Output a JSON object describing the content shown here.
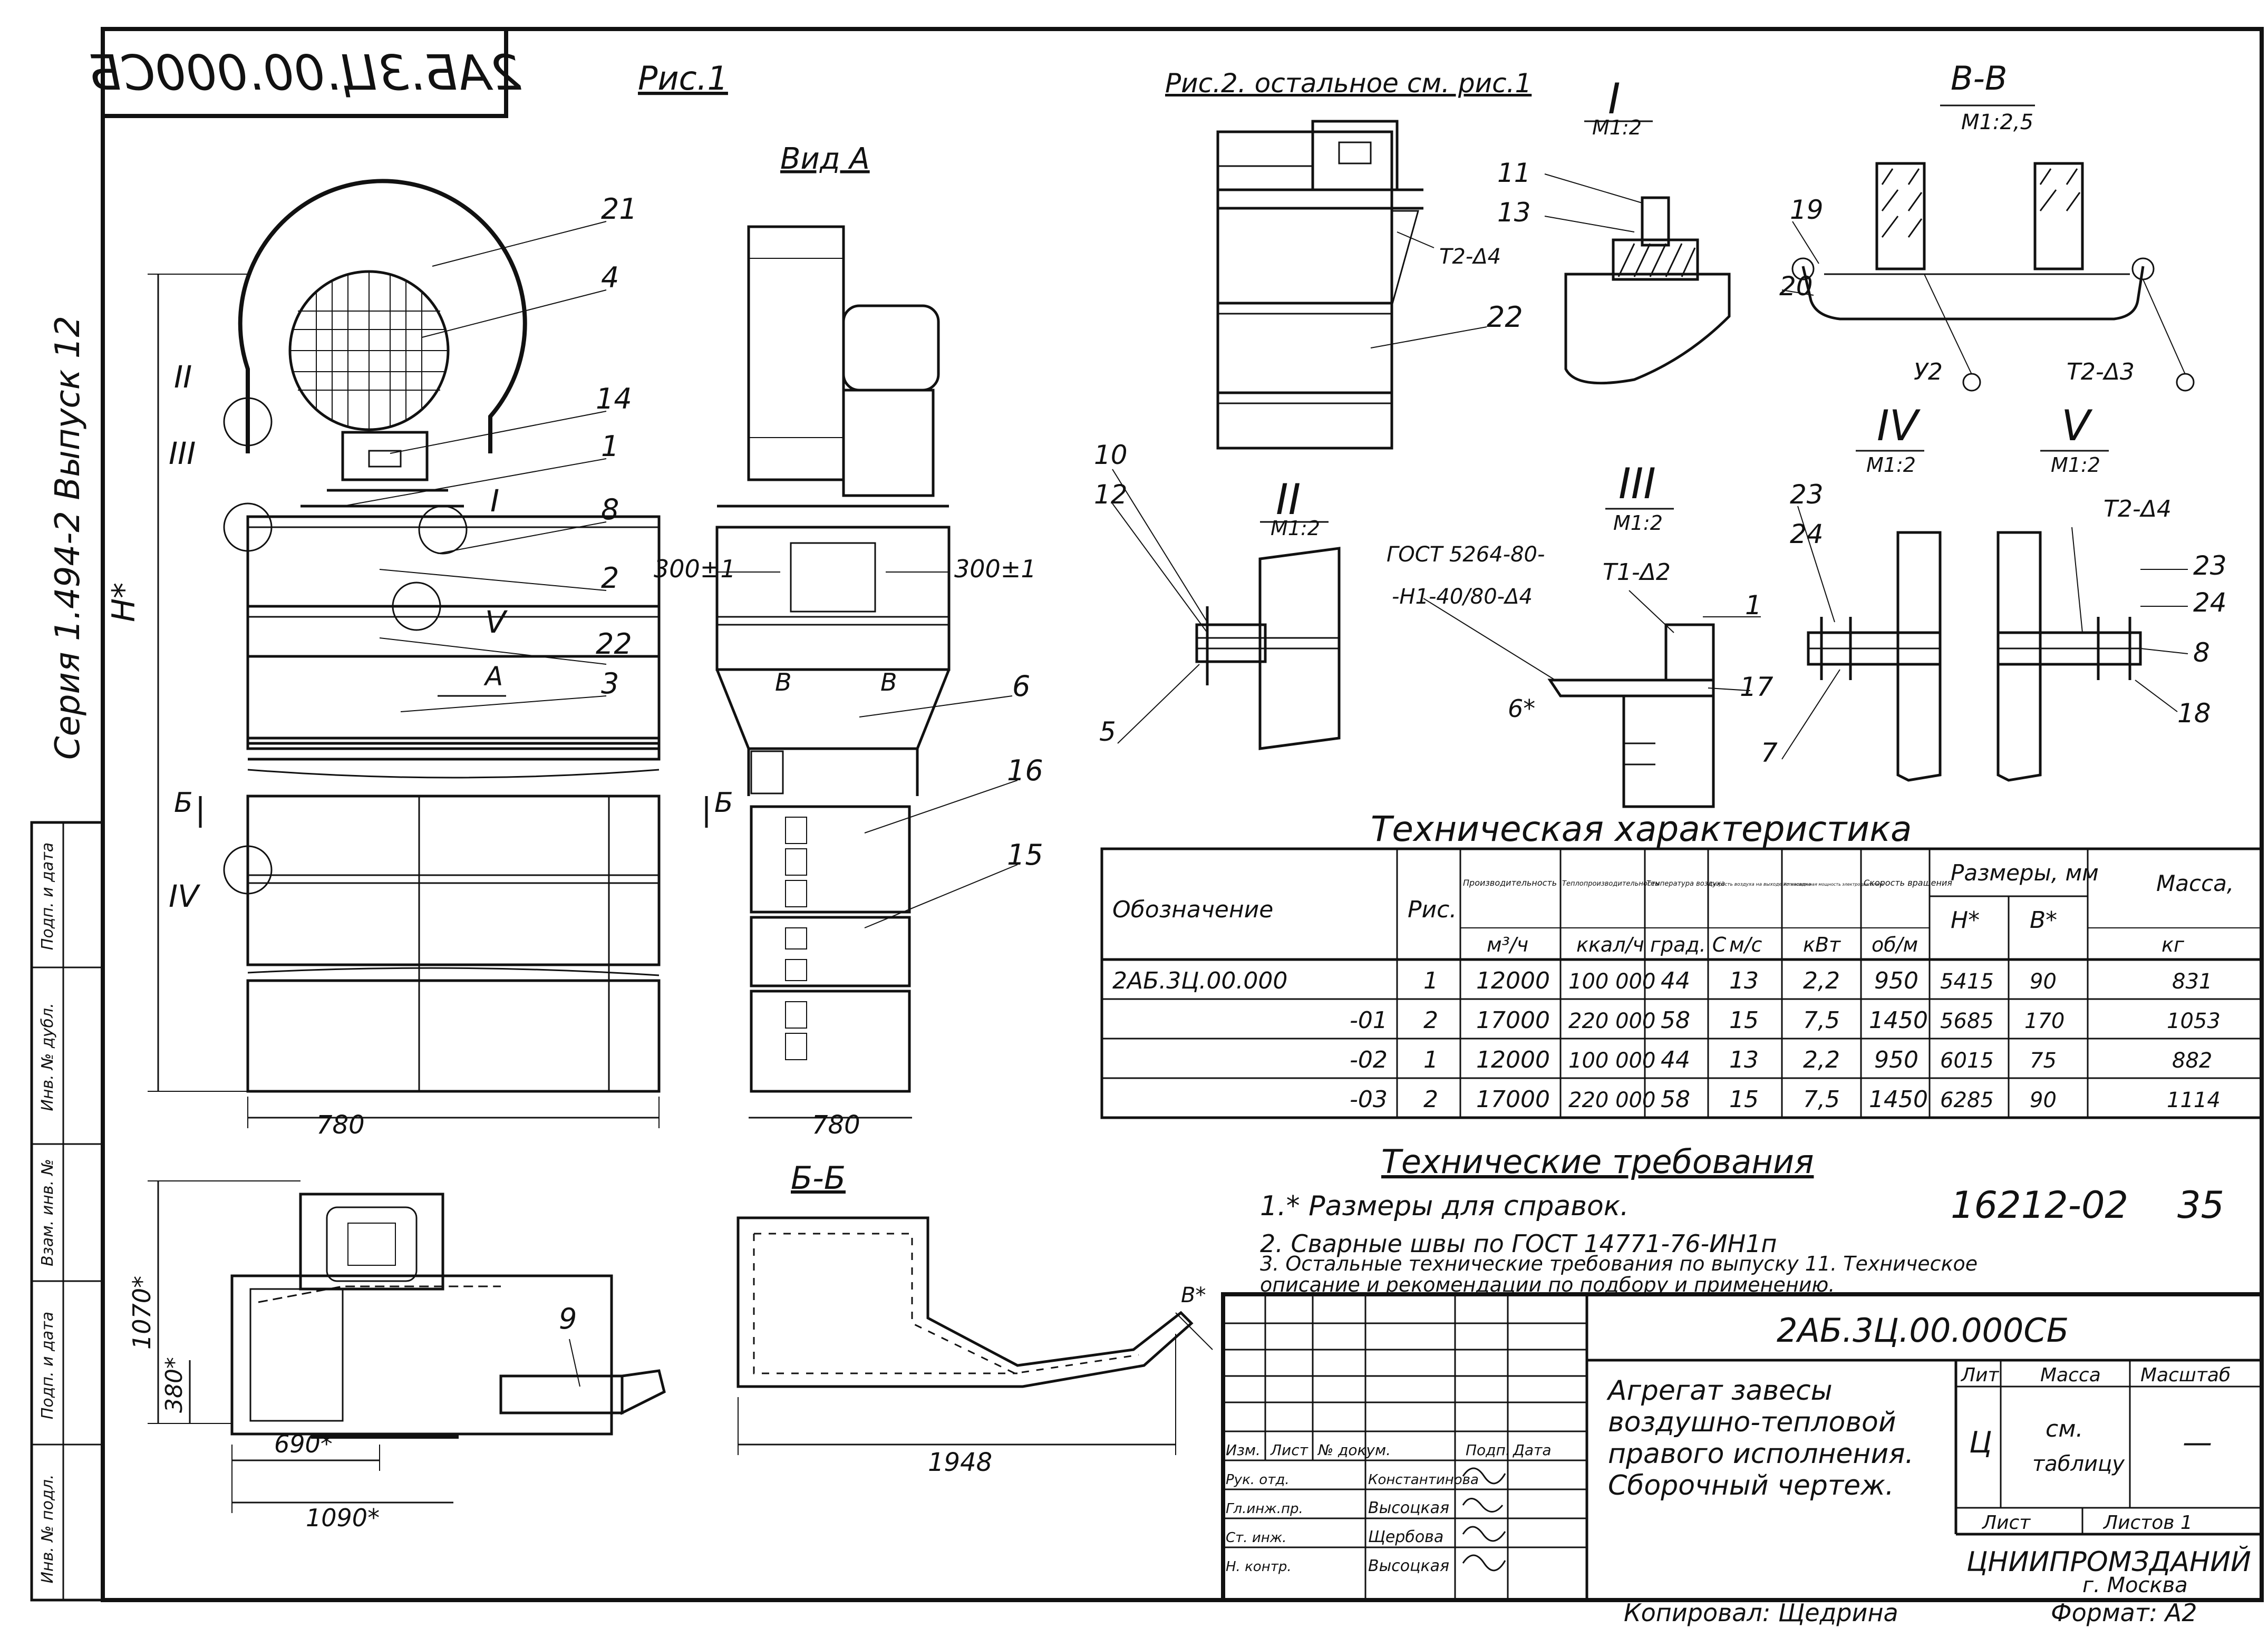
{
  "stamp_number_top": "2АБ.3Ц.00.000СБ",
  "side_series": "Серия 1.494-2 Выпуск 12",
  "fig1_title": "Рис.1",
  "fig2_title": "Рис.2. остальное см. рис.1",
  "view_a_title": "Вид А",
  "dim_h": "H*",
  "dim_780_left": "780",
  "dim_780_right": "780",
  "dim_300_left": "300±1",
  "dim_300_right": "300±1",
  "section_a_label": "А",
  "section_b_label": "Б",
  "section_v_label": "В",
  "callouts": {
    "c21": "21",
    "c4": "4",
    "c14": "14",
    "c1": "1",
    "c8": "8",
    "c2": "2",
    "c22": "22",
    "c3": "3",
    "c6": "6",
    "c16": "16",
    "c15": "15",
    "c9": "9",
    "c22b": "22",
    "c11": "11",
    "c13": "13",
    "c19": "19",
    "c20": "20",
    "c10": "10",
    "c12": "12",
    "c5": "5",
    "c1b": "1",
    "c17": "17",
    "c7": "7",
    "c23": "23",
    "c24": "24",
    "c23b": "23",
    "c24b": "24",
    "c8b": "8",
    "c18": "18"
  },
  "roman": {
    "r2": "II",
    "r3": "III",
    "r1": "I",
    "r5": "V",
    "r4": "IV"
  },
  "detail_titles": {
    "d1": "I",
    "d1_scale": "М1:2",
    "d2": "II",
    "d2_scale": "М1:2",
    "d3": "III",
    "d3_scale": "М1:2",
    "d4": "IV",
    "d4_scale": "М1:2",
    "d5": "V",
    "d5_scale": "М1:2",
    "vv": "В-В",
    "vv_scale": "М1:2,5",
    "bb": "Б-Б"
  },
  "weld_marks": {
    "t2_d4_fig2": "Т2-Δ4",
    "y2": "У2",
    "t2_d3": "Т2-Δ3",
    "t1_d2": "Т1-Δ2",
    "gost": "ГОСТ 5264-80-",
    "h1": "-Н1-40/80-Δ4",
    "six": "6*",
    "t2_d4_v": "Т2-Δ4"
  },
  "bottom_dims": {
    "h_1070": "1070*",
    "d_380": "380*",
    "d_690": "690*",
    "d_1090": "1090*",
    "d_1948": "1948",
    "d_b": "В*"
  },
  "table": {
    "title": "Техническая характеристика",
    "headers": [
      "Обозначение",
      "Рис.",
      "Производительность",
      "Теплопроизводительность",
      "Температура воздуха",
      "Скорость воздуха на выходе из насадка",
      "Установленная мощность электродвигателя",
      "Скорость вращения",
      "Размеры, мм",
      "Масса,"
    ],
    "units": [
      "",
      "",
      "м³/ч",
      "ккал/ч",
      "град. С",
      "м/с",
      "кВт",
      "об/м",
      "",
      "кг"
    ],
    "sub_headers": [
      "H*",
      "В*"
    ],
    "rows": [
      [
        "2АБ.3Ц.00.000",
        "1",
        "12000",
        "100 000",
        "44",
        "13",
        "2,2",
        "950",
        "5415",
        "90",
        "831"
      ],
      [
        "-01",
        "2",
        "17000",
        "220 000",
        "58",
        "15",
        "7,5",
        "1450",
        "5685",
        "170",
        "1053"
      ],
      [
        "-02",
        "1",
        "12000",
        "100 000",
        "44",
        "13",
        "2,2",
        "950",
        "6015",
        "75",
        "882"
      ],
      [
        "-03",
        "2",
        "17000",
        "220 000",
        "58",
        "15",
        "7,5",
        "1450",
        "6285",
        "90",
        "1114"
      ]
    ]
  },
  "requirements": {
    "title": "Технические требования",
    "item1": "1.* Размеры для справок.",
    "item2": "2. Сварные швы по ГОСТ 14771-76-ИН1п",
    "item3a": "3. Остальные технические требования по выпуску 11. Техническое",
    "item3b": "описание и рекомендации по подбору и применению.",
    "doc_number": "16212-02",
    "doc_sheet": "35"
  },
  "title_block": {
    "designation": "2АБ.3Ц.00.000СБ",
    "name_lines": [
      "Агрегат завесы",
      "воздушно-тепловой",
      "правого исполнения.",
      "Сборочный чертеж."
    ],
    "col_headers": [
      "Изм.",
      "Лист",
      "№ докум.",
      "Подп.",
      "Дата"
    ],
    "roles": [
      "Рук. отд.",
      "Гл.инж.пр.",
      "Ст. инж.",
      "Н. контр."
    ],
    "names": [
      "Константинова",
      "Высоцкая",
      "Щербова",
      "Высоцкая"
    ],
    "lit_header": "Лит",
    "mass_header": "Масса",
    "scale_header": "Масштаб",
    "lit_value": "Ц",
    "mass_value_line1": "см.",
    "mass_value_line2": "таблицу",
    "scale_value": "—",
    "sheet_label": "Лист",
    "sheets_label": "Листов 1",
    "org": "ЦНИИПРОМЗДАНИЙ",
    "city": "г. Москва"
  },
  "left_strip": [
    "Инв. № подл.",
    "Подп. и дата",
    "Взам. инв. №",
    "Инв. № дубл.",
    "Подп. и дата"
  ],
  "footer_copy": "Копировал: Щедрина",
  "footer_format": "Формат: А2"
}
